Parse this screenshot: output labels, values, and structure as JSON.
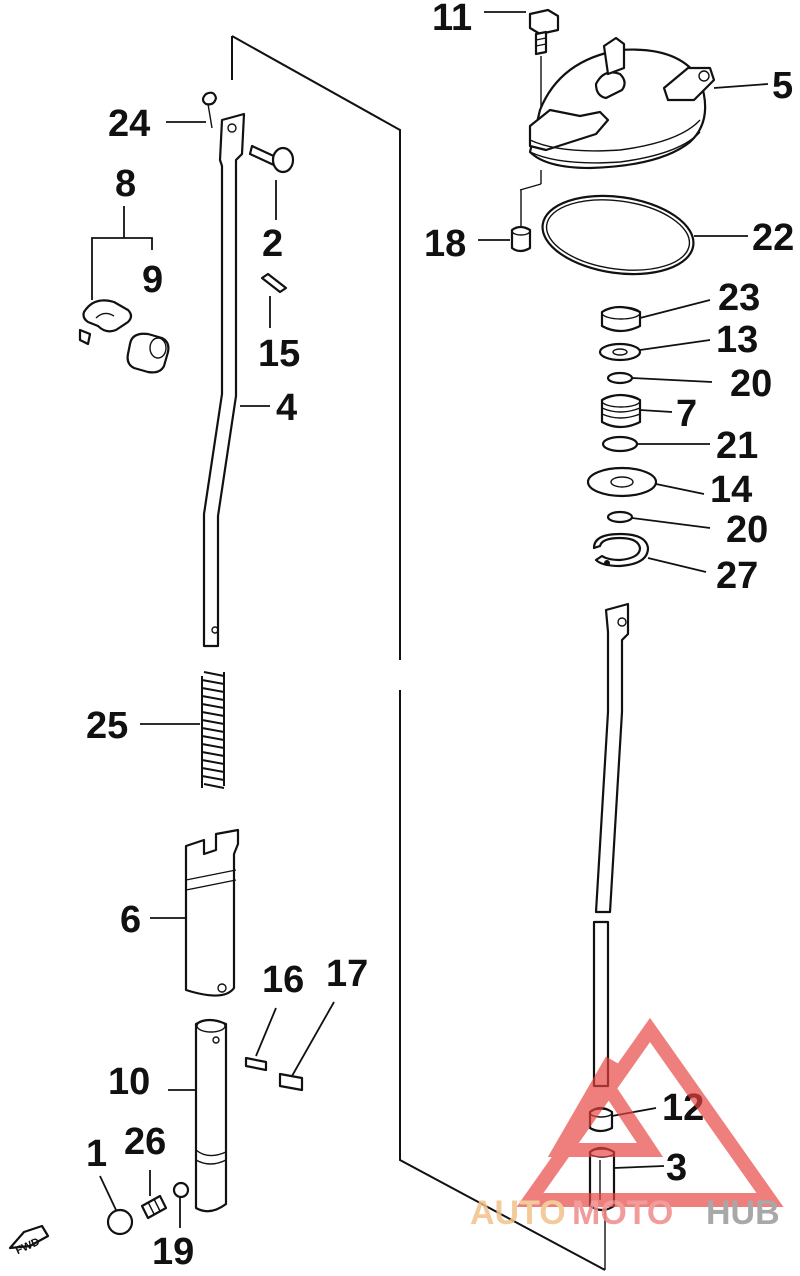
{
  "diagram": {
    "part_labels": {
      "p1": "1",
      "p2": "2",
      "p3": "3",
      "p4": "4",
      "p5": "5",
      "p6": "6",
      "p7": "7",
      "p8": "8",
      "p9": "9",
      "p10": "10",
      "p11": "11",
      "p12": "12",
      "p13": "13",
      "p14": "14",
      "p15": "15",
      "p16": "16",
      "p17": "17",
      "p18": "18",
      "p19": "19",
      "p20a": "20",
      "p20b": "20",
      "p21": "21",
      "p22": "22",
      "p23": "23",
      "p24": "24",
      "p25": "25",
      "p26": "26",
      "p27": "27"
    },
    "direction_marker": "FWD"
  },
  "watermark": {
    "text_part1": "AUTO",
    "text_part2": "MOTO",
    "text_part3": "HUB",
    "colors": {
      "auto": "#f2c28a",
      "moto": "#f08a8a",
      "hub": "#9a9a9a",
      "triangle": "#e8443f"
    }
  }
}
